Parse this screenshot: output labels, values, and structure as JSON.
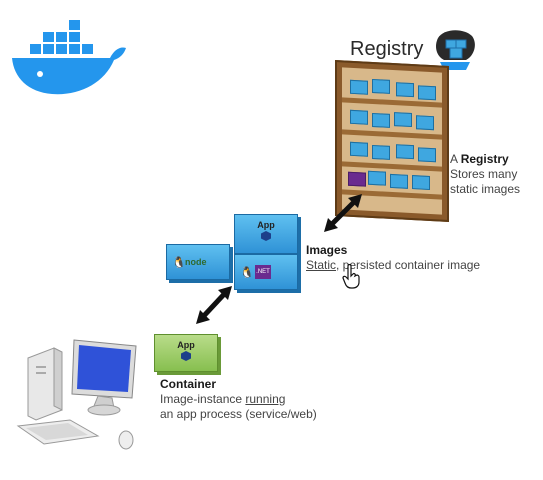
{
  "registry": {
    "title": "Registry",
    "caption_prefix": "A ",
    "caption_bold": "Registry",
    "caption_line2": "Stores many",
    "caption_line3": "static images"
  },
  "images": {
    "title": "Images",
    "desc_static": "Static",
    "desc_rest": ", persisted container image",
    "cube_app_label": "App",
    "cube_node_label": "node",
    "cube_net_label": ".NET"
  },
  "container": {
    "title": "Container",
    "line1_prefix": "Image-instance ",
    "line1_running": "running",
    "line2": "an app process (service/web)",
    "cube_label": "App"
  },
  "colors": {
    "docker_blue": "#2496ed",
    "cube_blue": "#2f92d6",
    "cube_green": "#87bf4f",
    "shelf_wood": "#8a5a2b"
  },
  "icons": [
    "docker-logo-icon",
    "cursor-hand-icon",
    "computer-icon",
    "double-arrow-icon"
  ]
}
